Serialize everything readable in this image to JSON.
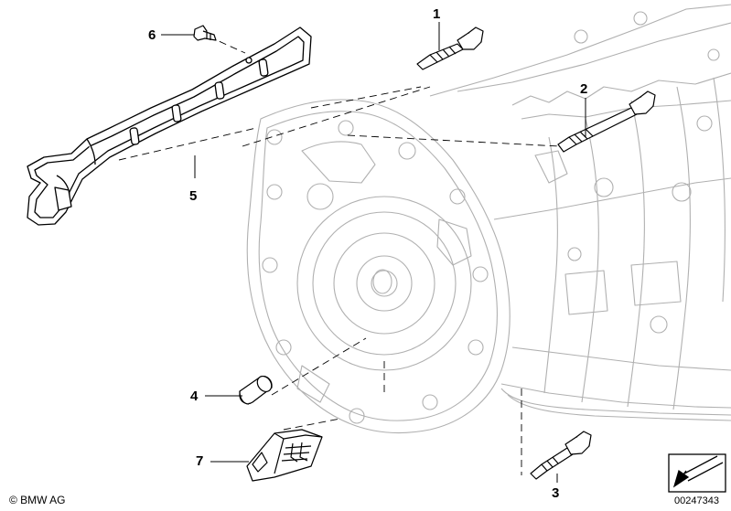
{
  "callouts": {
    "c1": "1",
    "c2": "2",
    "c3": "3",
    "c4": "4",
    "c5": "5",
    "c6": "6",
    "c7": "7"
  },
  "footer": {
    "copyright": "© BMW AG",
    "document_number": "00247343"
  },
  "colors": {
    "line": "#000000",
    "ghost_outline": "#b5b5b5",
    "background": "#ffffff"
  },
  "icons": {
    "navigation": "arrow-navigation-icon"
  }
}
